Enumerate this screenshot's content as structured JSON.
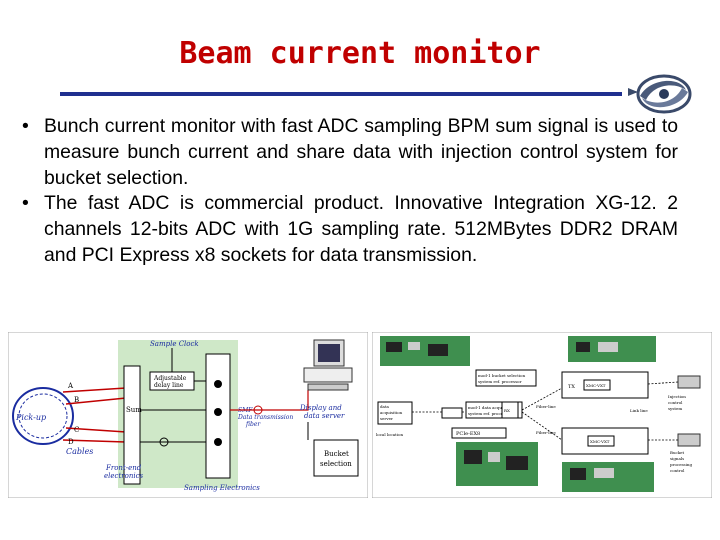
{
  "slide": {
    "title": "Beam current monitor",
    "bullets": [
      "Bunch current monitor with fast ADC sampling BPM sum signal is used to measure bunch current and share data with injection control system for bucket selection.",
      "The fast ADC is commercial product. Innovative Integration XG-12. 2 channels 12-bits ADC with 1G sampling rate. 512MBytes DDR2 DRAM and PCI Express x8 sockets for data transmission."
    ]
  },
  "diagram_left": {
    "sample_clock": "Sample Clock",
    "delay_line": [
      "Adjustable",
      "delay line"
    ],
    "pickup": "Pick-up",
    "cables": "Cables",
    "sum": "Sum",
    "port_labels": [
      "A",
      "B",
      "C",
      "D"
    ],
    "fiber": [
      "SMF",
      "Data transmission",
      "fiber"
    ],
    "display": [
      "Display and",
      "data server"
    ],
    "bucket": [
      "Bucket",
      "selection"
    ],
    "front_end": [
      "Front-end",
      "electronics"
    ],
    "sampling_electronics": "Sampling Electronics"
  },
  "diagram_right": {
    "data_acq": [
      "data",
      "acquisition",
      "server"
    ],
    "pcie": "PCIe-EX8",
    "local_loc": "local location",
    "adc_a": [
      "mod-1 bucket selection",
      "system ref. processor"
    ],
    "adc_b": [
      "mod-1 data acquisition",
      "system ref. processor"
    ],
    "xmc_labels": [
      "XMC-VXT",
      "XMC-VXT"
    ],
    "tx": "TX",
    "rx": "RX",
    "fiber_top": "Fiber-line",
    "fiber_bottom": "Fiber-line",
    "right_top": [
      "Injection",
      "control",
      "system"
    ],
    "right_bottom": [
      "Bucket",
      "signals",
      "processing",
      "control"
    ],
    "link": "Link line"
  },
  "colors": {
    "title": "#c00000",
    "rule": "#1f2f8f",
    "board_green": "#3f8f4f",
    "panel_green": "#cfe8c8",
    "label_blue": "#1a2ca0"
  }
}
